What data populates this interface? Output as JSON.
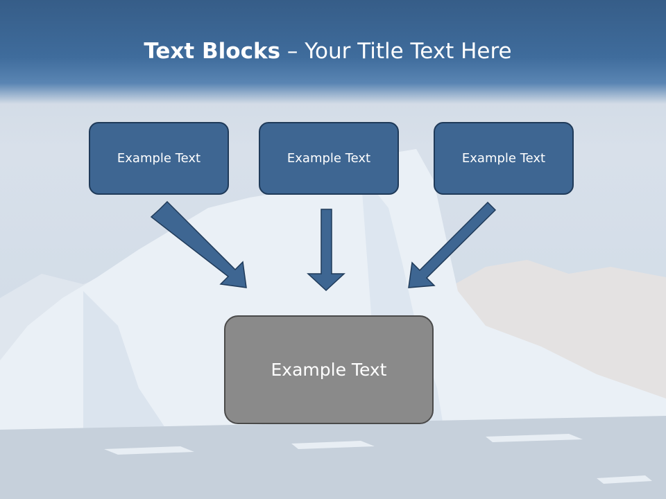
{
  "slide": {
    "title_bold": "Text Blocks",
    "title_sep": " – ",
    "title_rest": "Your Title Text Here"
  },
  "boxes": {
    "left": "Example Text",
    "center": "Example Text",
    "right": "Example Text",
    "bottom": "Example Text"
  },
  "colors": {
    "title_band": "#3f6c9c",
    "box_fill": "#3e6692",
    "box_border": "#1f3a59",
    "bottom_box_fill": "#8a8a8a",
    "arrow_fill": "#3e6692"
  }
}
